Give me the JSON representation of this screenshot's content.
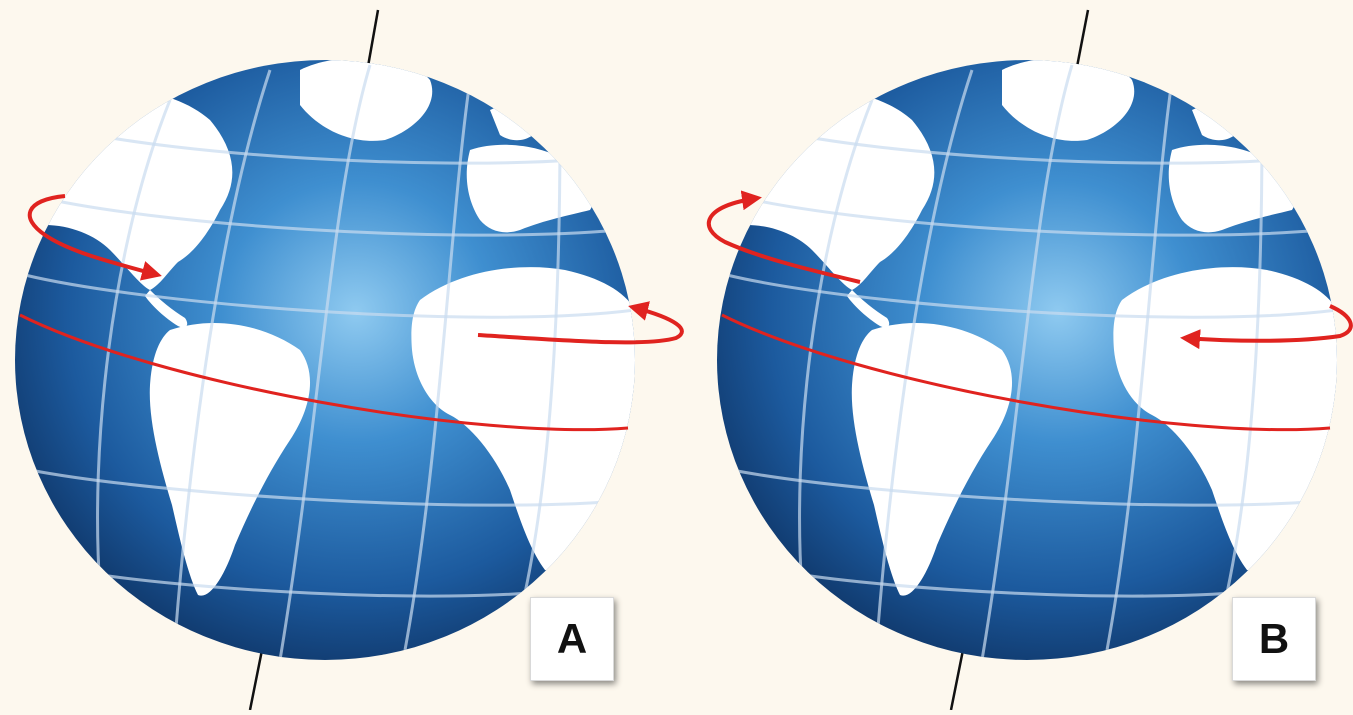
{
  "panels": [
    {
      "label": "A",
      "rotation_arrow": "counterclockwise-viewed-from-front"
    },
    {
      "label": "B",
      "rotation_arrow": "clockwise-viewed-from-front"
    }
  ],
  "colors": {
    "background": "#fdf8ee",
    "ocean_light": "#7fc0ec",
    "ocean_dark": "#123f7a",
    "land": "#ffffff",
    "arrow": "#e0231f",
    "axis": "#111111"
  }
}
